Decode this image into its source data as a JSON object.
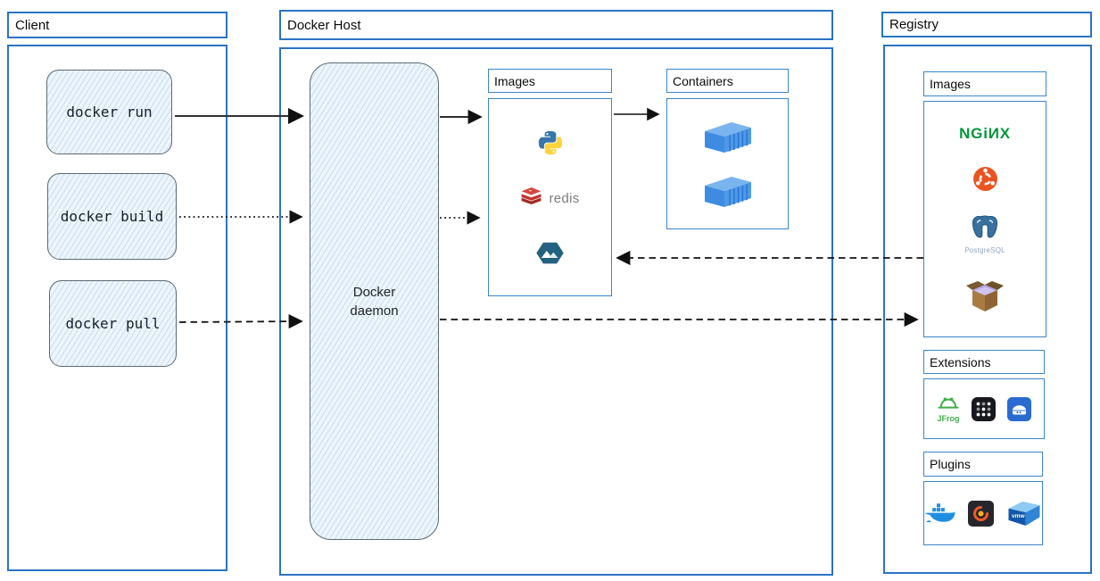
{
  "client": {
    "title": "Client",
    "commands": [
      {
        "label": "docker run",
        "arrow_style": "solid"
      },
      {
        "label": "docker build",
        "arrow_style": "dotted"
      },
      {
        "label": "docker pull",
        "arrow_style": "dashed"
      }
    ]
  },
  "docker_host": {
    "title": "Docker Host",
    "daemon_label": "Docker daemon",
    "images_panel": {
      "title": "Images",
      "items": [
        {
          "icon": "python-icon",
          "label": ""
        },
        {
          "icon": "redis-icon",
          "label": "redis"
        },
        {
          "icon": "alpine-icon",
          "label": ""
        }
      ]
    },
    "containers_panel": {
      "title": "Containers",
      "items": [
        {
          "icon": "container-icon"
        },
        {
          "icon": "container-icon"
        }
      ]
    }
  },
  "registry": {
    "title": "Registry",
    "images_panel": {
      "title": "Images",
      "items": [
        {
          "icon": "nginx-icon",
          "label": "NGiИX"
        },
        {
          "icon": "ubuntu-icon",
          "label": ""
        },
        {
          "icon": "postgresql-icon",
          "label": "PostgreSQL"
        },
        {
          "icon": "busybox-icon",
          "label": ""
        }
      ]
    },
    "extensions_panel": {
      "title": "Extensions",
      "items": [
        {
          "icon": "jfrog-icon",
          "label": "JFrog"
        },
        {
          "icon": "app-grid-icon",
          "label": ""
        },
        {
          "icon": "server-app-icon",
          "label": ""
        }
      ]
    },
    "plugins_panel": {
      "title": "Plugins",
      "items": [
        {
          "icon": "docker-whale-icon",
          "label": ""
        },
        {
          "icon": "grafana-icon",
          "label": ""
        },
        {
          "icon": "vmware-icon",
          "label": "vmw"
        }
      ]
    }
  },
  "arrows": [
    {
      "from": "docker run",
      "to": "Docker daemon",
      "style": "solid"
    },
    {
      "from": "docker build",
      "to": "Docker daemon",
      "style": "dotted"
    },
    {
      "from": "docker pull",
      "to": "Docker daemon",
      "style": "dashed"
    },
    {
      "from": "Docker daemon",
      "to": "Images",
      "style": "solid"
    },
    {
      "from": "Docker daemon",
      "to": "Images",
      "style": "dotted"
    },
    {
      "from": "Images",
      "to": "Containers",
      "style": "solid"
    },
    {
      "from": "Registry Images",
      "to": "Docker Host Images",
      "style": "dashed"
    },
    {
      "from": "Docker daemon",
      "to": "Registry Images",
      "style": "dashed"
    }
  ],
  "colors": {
    "frame_blue": "#2b74c4",
    "panel_blue": "#3a86c9",
    "sketch_fill": "#edf5fc",
    "arrow_black": "#111111",
    "nginx_green": "#009639",
    "ubuntu_orange": "#e95420",
    "redis_red": "#c6302b",
    "alpine_blue": "#22617f",
    "container_blue": "#3d8ce2",
    "jfrog_green": "#3fae49",
    "docker_blue": "#1d8fe1",
    "grafana_orange": "#f05a28"
  }
}
